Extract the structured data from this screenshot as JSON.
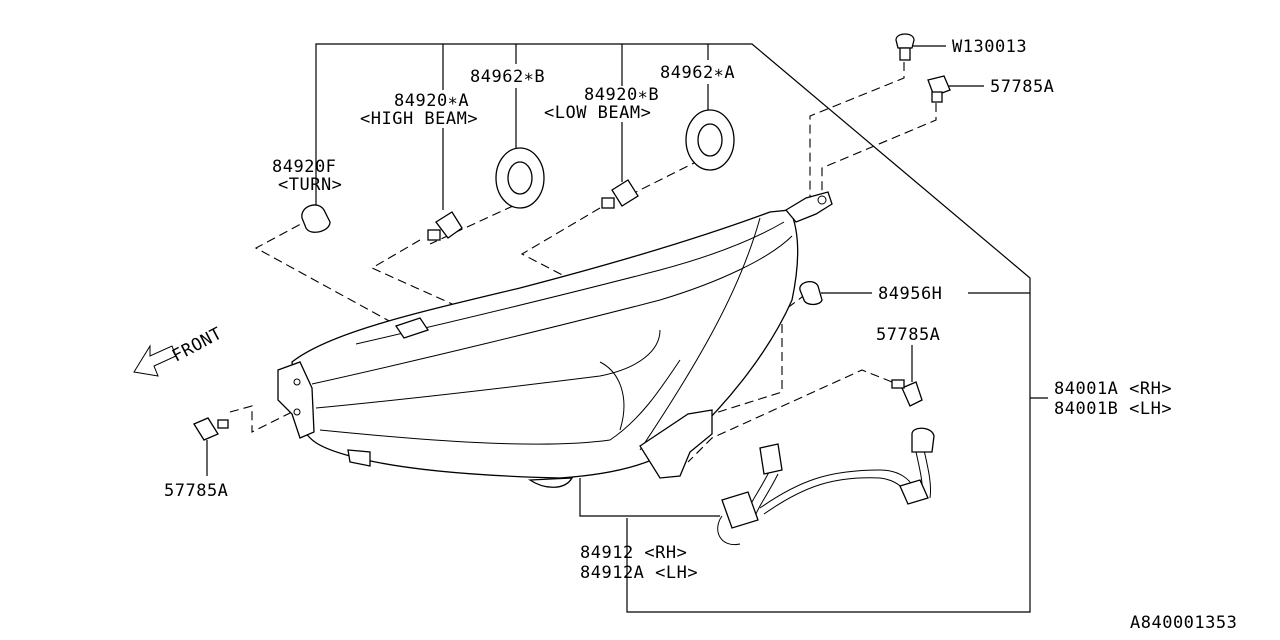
{
  "labels": {
    "w130013": "W130013",
    "clip_57785a_top": "57785A",
    "ring_b": "84962∗B",
    "ring_a": "84962∗A",
    "bulb_high": "84920∗A",
    "bulb_high_note": "<HIGH BEAM>",
    "bulb_low": "84920∗B",
    "bulb_low_note": "<LOW BEAM>",
    "bulb_turn": "84920F",
    "bulb_turn_note": "<TURN>",
    "cap": "84956H",
    "clip_57785a_mid": "57785A",
    "assy_rh": "84001A <RH>",
    "assy_lh": "84001B <LH>",
    "clip_57785a_left": "57785A",
    "harness_rh": "84912  <RH>",
    "harness_lh": "84912A <LH>",
    "front": "FRONT",
    "diagram_id": "A840001353"
  }
}
